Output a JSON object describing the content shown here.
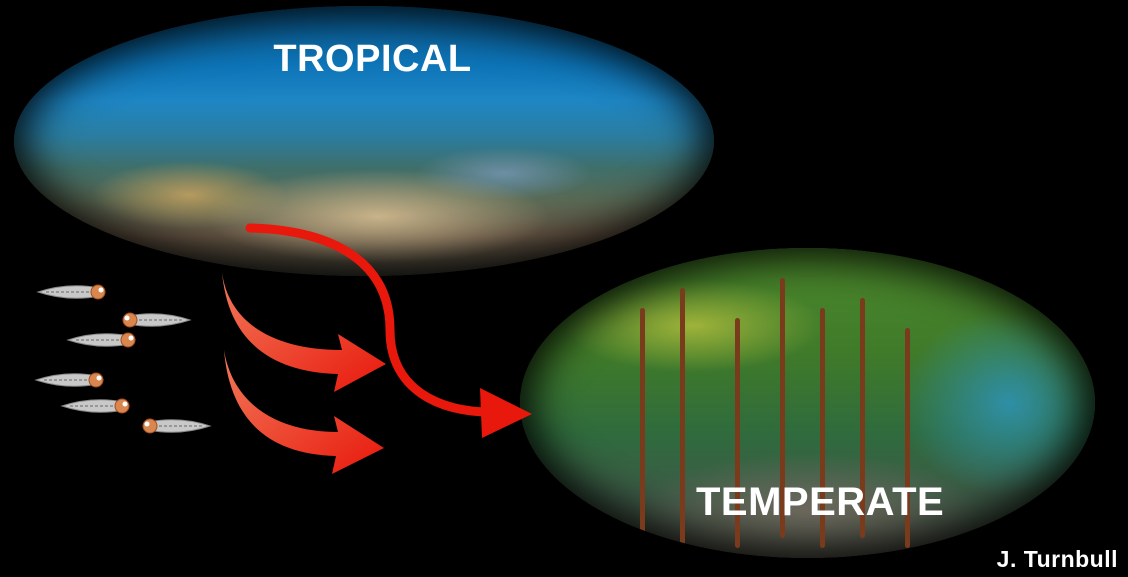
{
  "labels": {
    "tropical": "TROPICAL",
    "temperate": "TEMPERATE",
    "credit": "J. Turnbull"
  },
  "colors": {
    "background": "#000000",
    "arrow_red": "#e8180c",
    "arrow_fill": "#f04a2e"
  },
  "icons": [
    "fish-larva-icon",
    "curved-arrow-icon"
  ]
}
